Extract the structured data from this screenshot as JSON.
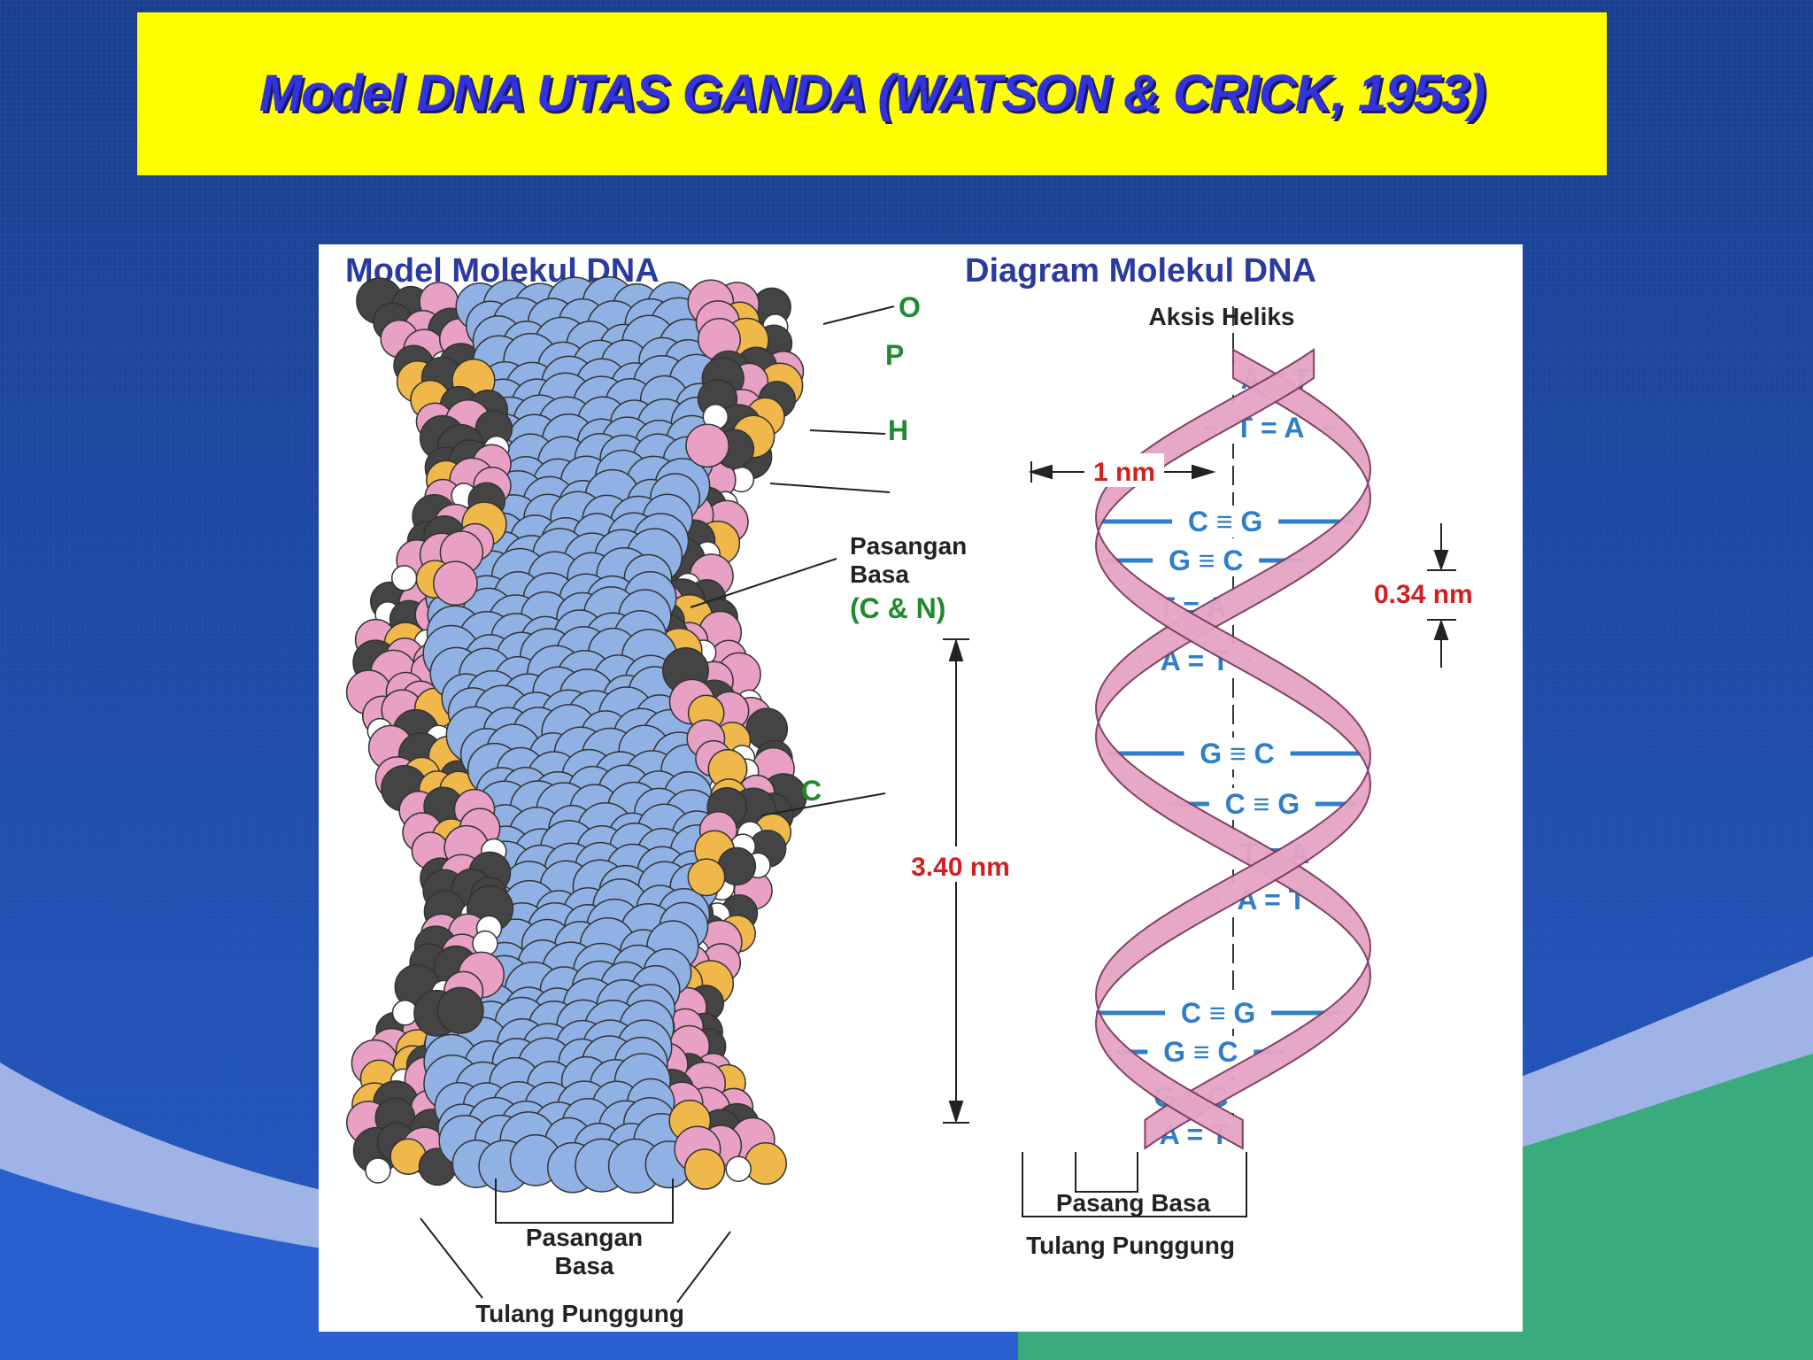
{
  "slide": {
    "title": "Model DNA UTAS GANDA  (WATSON & CRICK, 1953)"
  },
  "left_panel": {
    "heading": "Model Molekul DNA",
    "atom_labels": [
      "O",
      "P",
      "H",
      "C"
    ],
    "base_pair_label_line1": "Pasangan",
    "base_pair_label_line2": "Basa",
    "base_pair_atoms": "(C & N)",
    "bottom_base_pair_line1": "Pasangan",
    "bottom_base_pair_line2": "Basa",
    "backbone_label": "Tulang Punggung"
  },
  "right_panel": {
    "heading": "Diagram Molekul DNA",
    "axis_label": "Aksis Heliks",
    "width_label": "1 nm",
    "rise_label": "0.34 nm",
    "pitch_label": "3.40 nm",
    "base_pairs": [
      "A = T",
      "T = A",
      "C ≡ G",
      "G ≡ C",
      "T = A",
      "A = T",
      "G ≡ C",
      "C ≡ G",
      "T = A",
      "A = T",
      "C ≡ G",
      "G ≡ C",
      "G ≡ C",
      "A = T"
    ],
    "base_pair_label": "Pasang Basa",
    "backbone_label": "Tulang Punggung"
  },
  "colors": {
    "title_bg": "#ffff00",
    "title_text": "#3333dd",
    "phosphate": "#f0b84a",
    "oxygen": "#e8a0c4",
    "base": "#8fb1e3",
    "carbon": "#444444",
    "hydrogen": "#ffffff",
    "ribbon": "#e6a4c6",
    "base_pair_text": "#2f7fc8"
  }
}
